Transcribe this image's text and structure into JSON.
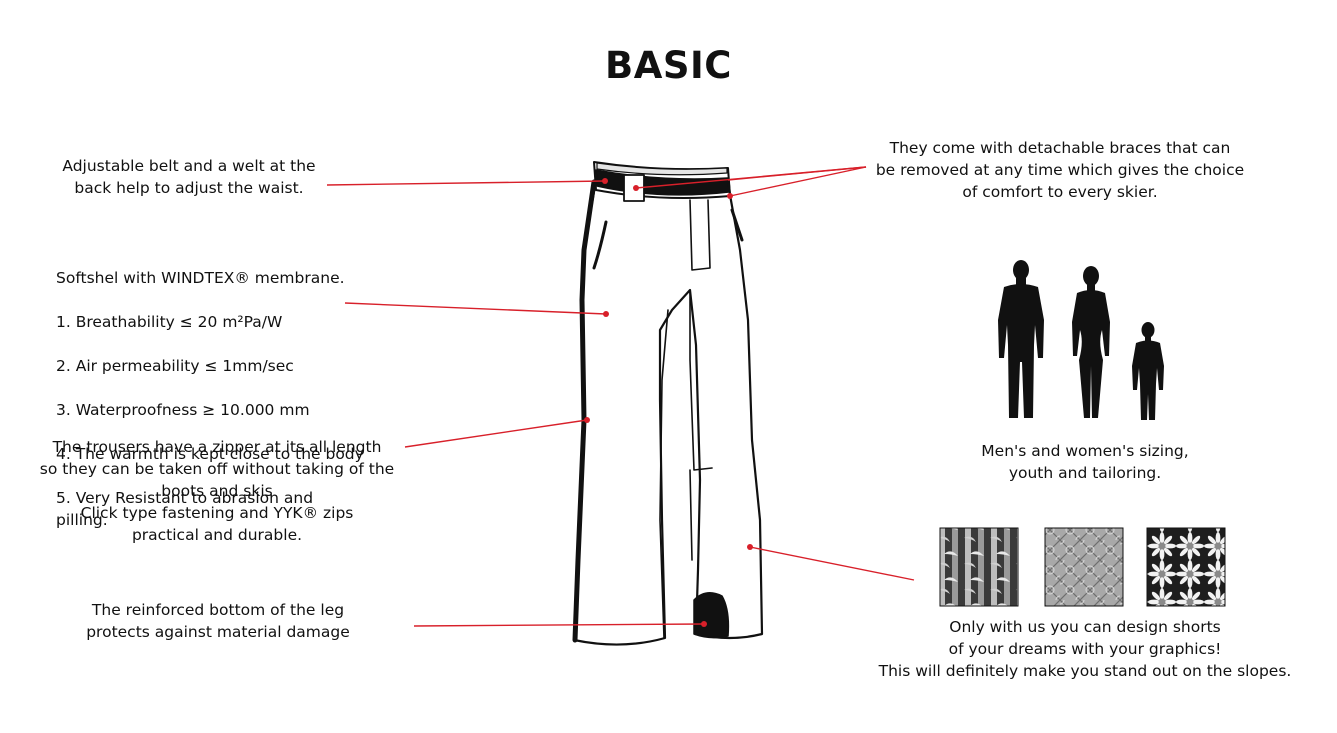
{
  "title": "BASIC",
  "callouts": {
    "belt": "Adjustable belt and a welt at the\nback help to adjust the waist.",
    "braces": "They come with detachable braces that can\nbe removed at any time which gives the choice\nof comfort to every skier.",
    "softshell_heading": "Softshel with WINDTEX® membrane.",
    "softshell_list": [
      "1. Breathability ≤ 20 m²Pa/W",
      "2. Air permeability ≤ 1mm/sec",
      "3. Waterproofness ≥ 10.000 mm",
      "4. The warmth is kept close to the body",
      "5. Very Resistant to abrasion and pilling."
    ],
    "zipper": "The trousers have a zipper at its all length\nso they can be taken off without taking of the\nboots and skis\nClick type fastening and YYK® zips\npractical and durable.",
    "bottom": "The reinforced bottom of the leg\nprotects against material damage",
    "sizing": "Men's and women's sizing,\nyouth and tailoring.",
    "graphics": "Only with us you can design shorts\nof your dreams with your graphics!\nThis will definitely make you stand out on the slopes."
  },
  "icons": {
    "figures": [
      "man-silhouette-icon",
      "woman-silhouette-icon",
      "youth-silhouette-icon"
    ],
    "patterns": [
      "bamboo-pattern-swatch",
      "ornament-pattern-swatch",
      "daisy-pattern-swatch"
    ]
  },
  "colors": {
    "callout_line": "#d8202a",
    "text": "#111111"
  }
}
